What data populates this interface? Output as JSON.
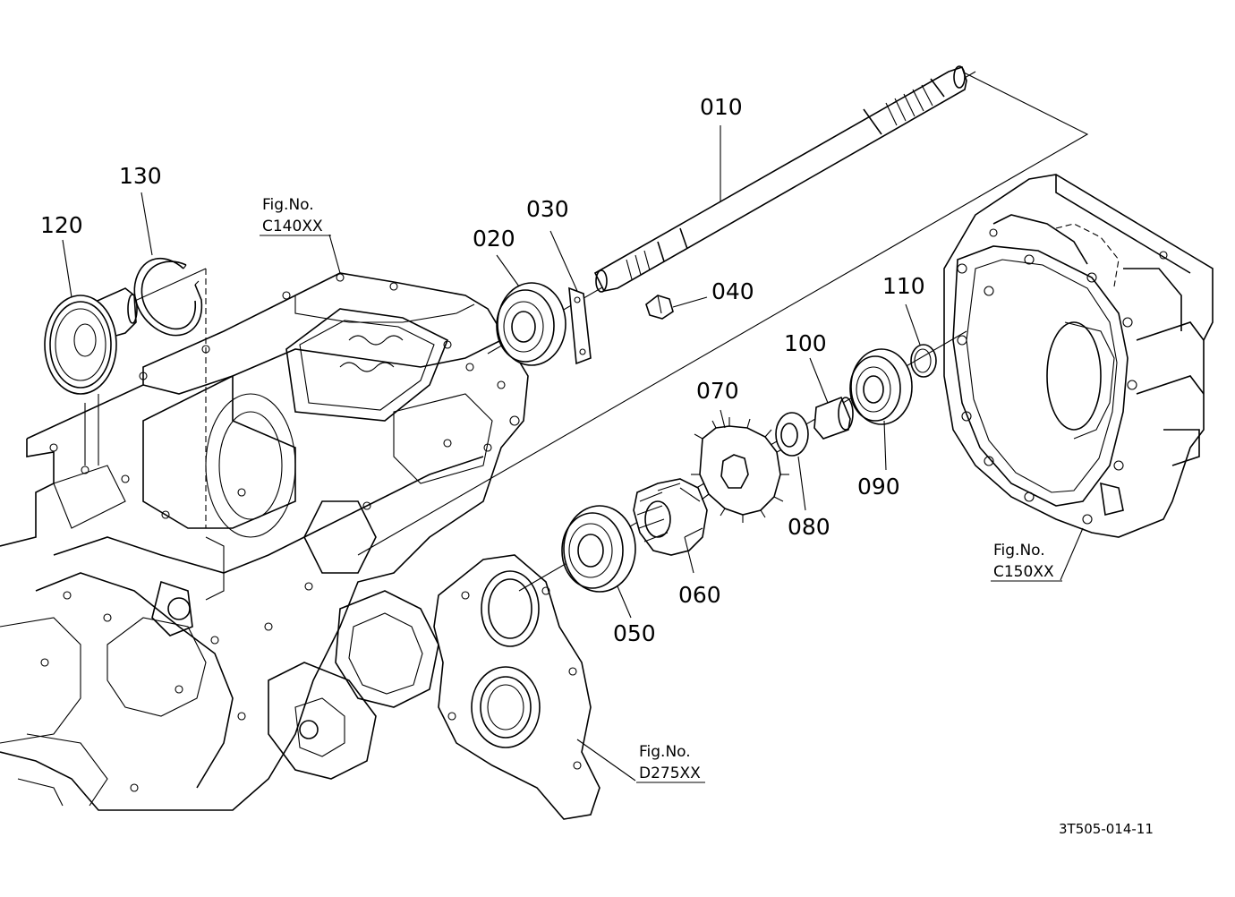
{
  "parts": [
    {
      "id": "part-010",
      "label": "010"
    },
    {
      "id": "part-020",
      "label": "020"
    },
    {
      "id": "part-030",
      "label": "030"
    },
    {
      "id": "part-040",
      "label": "040"
    },
    {
      "id": "part-050",
      "label": "050"
    },
    {
      "id": "part-060",
      "label": "060"
    },
    {
      "id": "part-070",
      "label": "070"
    },
    {
      "id": "part-080",
      "label": "080"
    },
    {
      "id": "part-090",
      "label": "090"
    },
    {
      "id": "part-100",
      "label": "100"
    },
    {
      "id": "part-110",
      "label": "110"
    },
    {
      "id": "part-120",
      "label": "120"
    },
    {
      "id": "part-130",
      "label": "130"
    }
  ],
  "figure_refs": [
    {
      "prefix": "Fig.No.",
      "code": "C140XX"
    },
    {
      "prefix": "Fig.No.",
      "code": "C150XX"
    },
    {
      "prefix": "Fig.No.",
      "code": "D275XX"
    }
  ],
  "drawing_code": "3T505-014-11"
}
